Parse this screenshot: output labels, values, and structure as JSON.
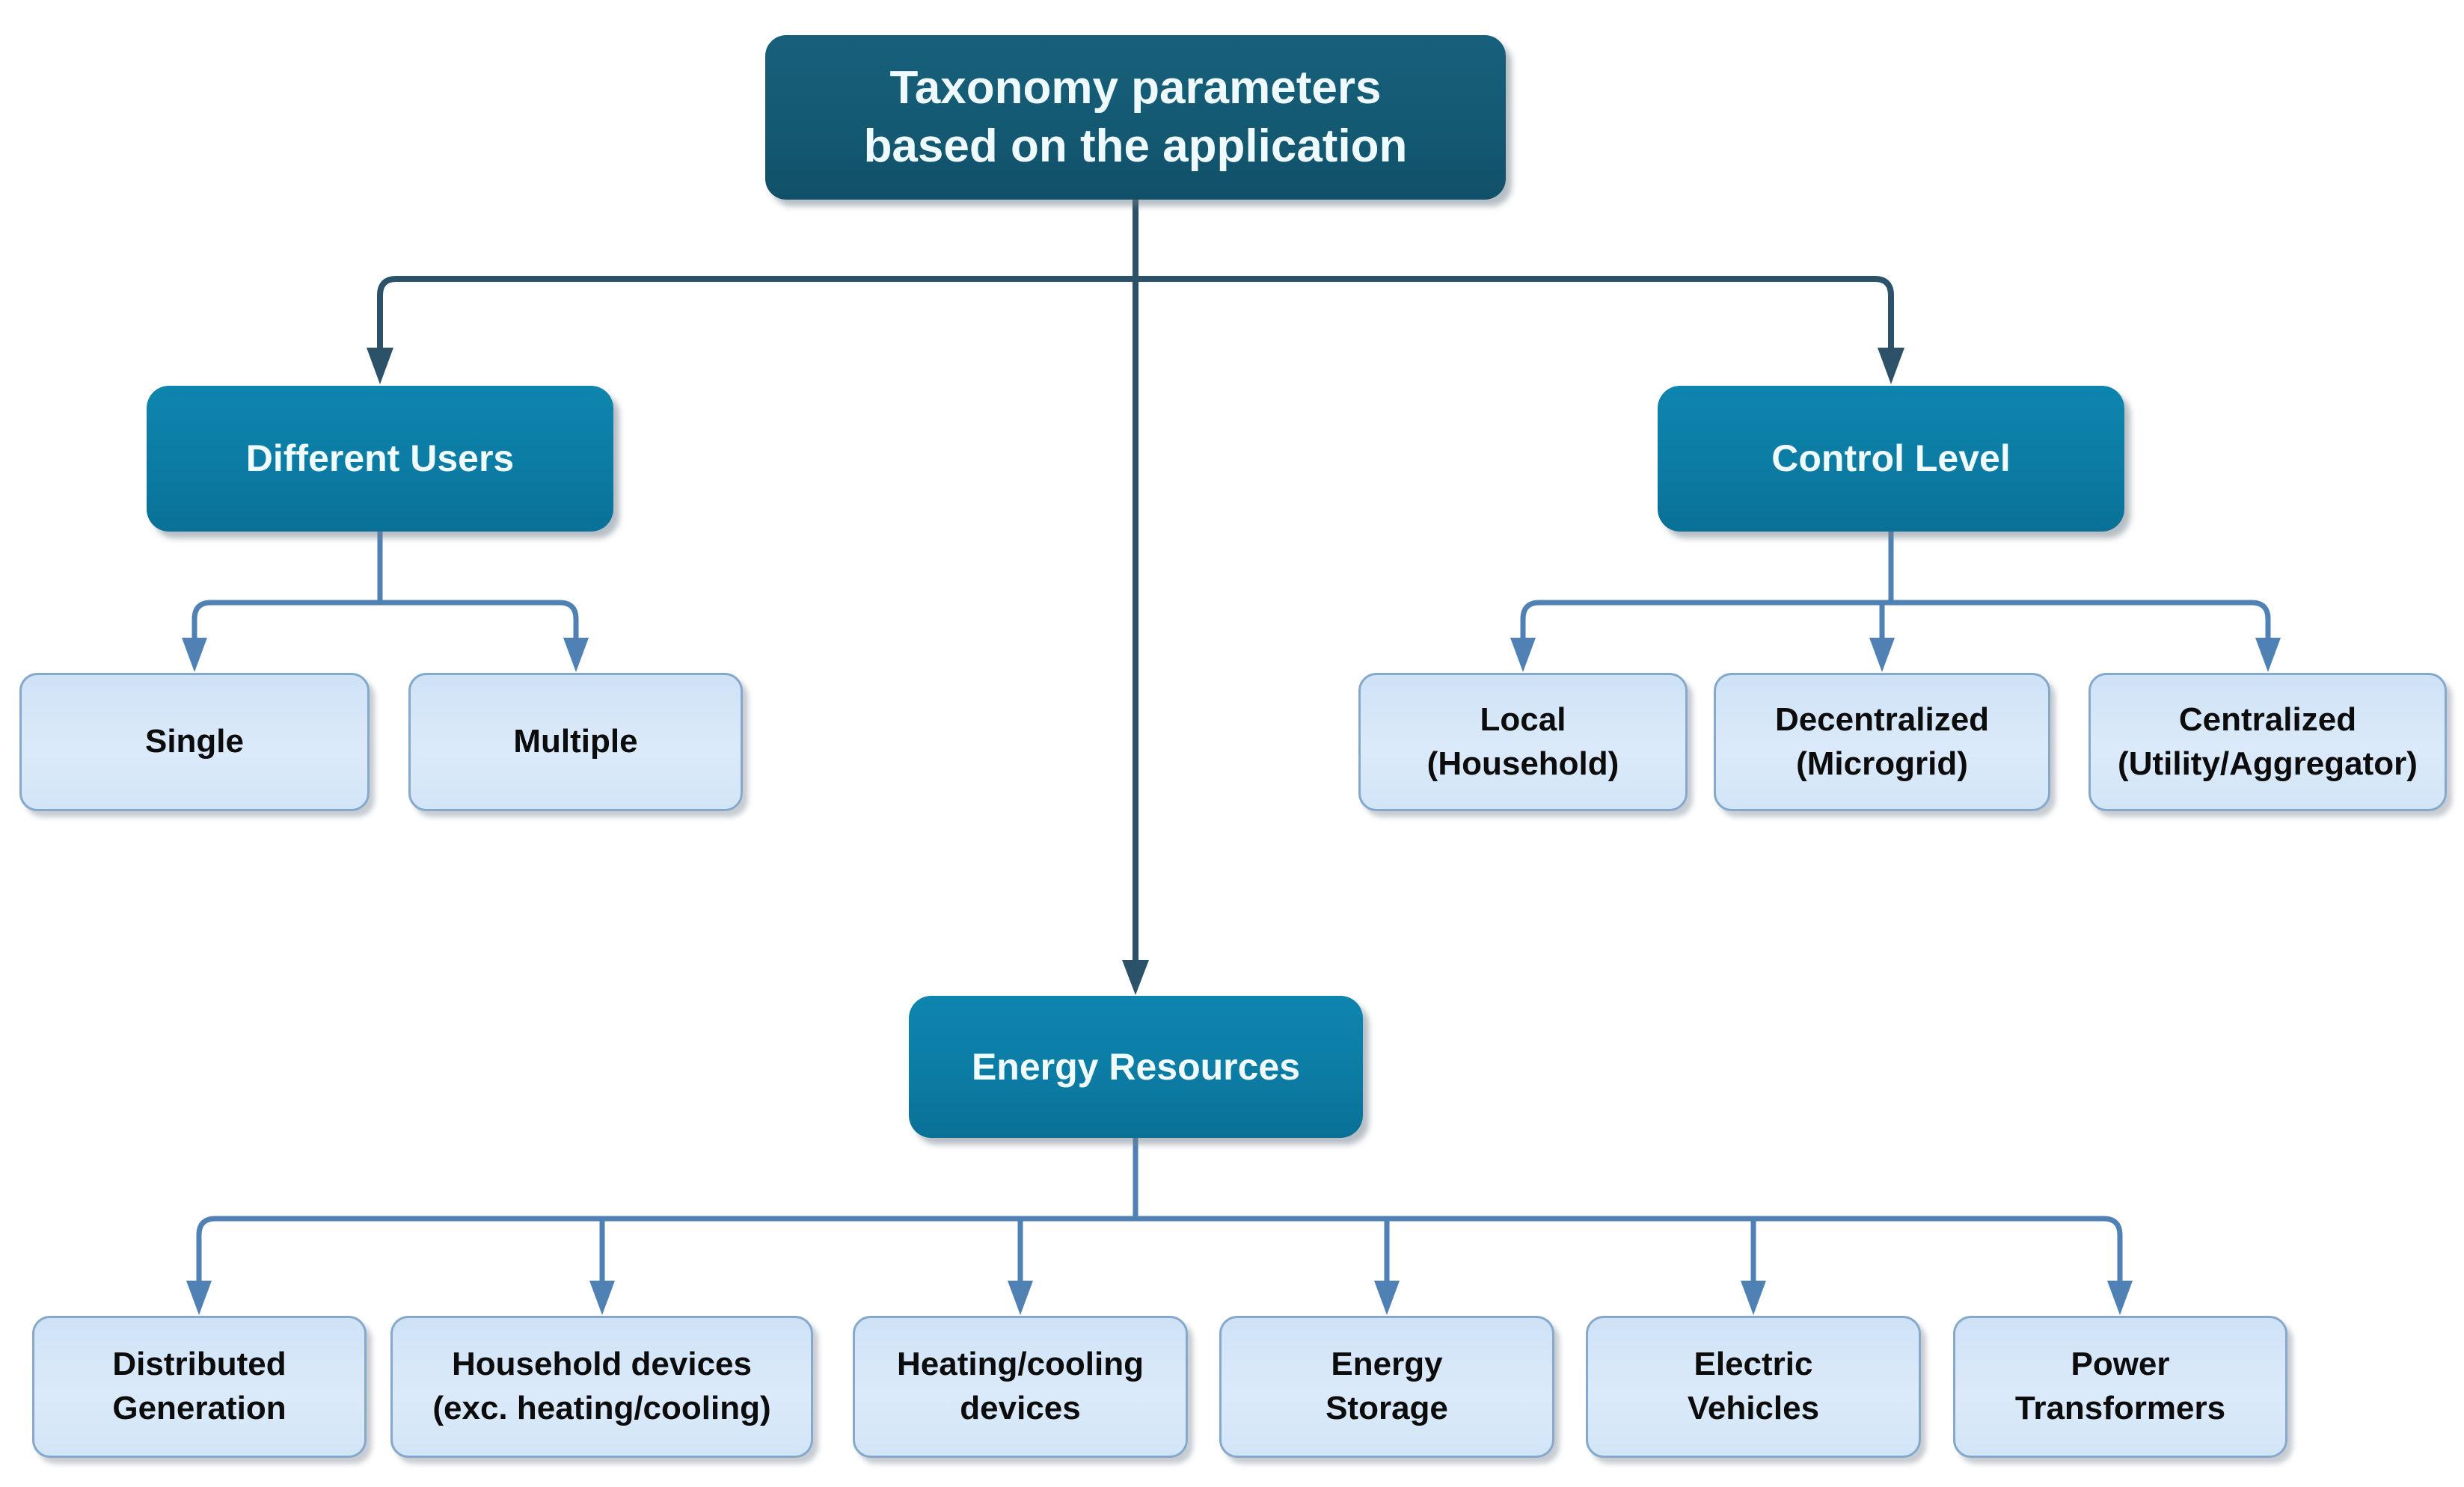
{
  "diagram": {
    "title": "Taxonomy parameters based on the application",
    "colors": {
      "root_fill": "#145972",
      "branch_fill": "#0c7ca4",
      "leaf_fill": "#d5e7f8",
      "leaf_border": "#86a9cb",
      "connector_dark": "#2b5268",
      "connector_light": "#4f81b5",
      "text_on_dark": "#f0fbfd",
      "text_on_light": "#0c0c0c"
    },
    "nodes": {
      "root": {
        "label": "Taxonomy parameters\nbased on the application"
      },
      "users": {
        "label": "Different Users"
      },
      "control": {
        "label": "Control Level"
      },
      "energy": {
        "label": "Energy Resources"
      },
      "single": {
        "label": "Single"
      },
      "multiple": {
        "label": "Multiple"
      },
      "local": {
        "label": "Local\n(Household)"
      },
      "decentralized": {
        "label": "Decentralized\n(Microgrid)"
      },
      "centralized": {
        "label": "Centralized\n(Utility/Aggregator)"
      },
      "distributed": {
        "label": "Distributed\nGeneration"
      },
      "household": {
        "label": "Household devices\n(exc. heating/cooling)"
      },
      "heating": {
        "label": "Heating/cooling\ndevices"
      },
      "storage": {
        "label": "Energy\nStorage"
      },
      "electric": {
        "label": "Electric\nVehicles"
      },
      "transformers": {
        "label": "Power\nTransformers"
      }
    },
    "edges": [
      {
        "from": "root",
        "to": "users"
      },
      {
        "from": "root",
        "to": "control"
      },
      {
        "from": "root",
        "to": "energy"
      },
      {
        "from": "users",
        "to": "single"
      },
      {
        "from": "users",
        "to": "multiple"
      },
      {
        "from": "control",
        "to": "local"
      },
      {
        "from": "control",
        "to": "decentralized"
      },
      {
        "from": "control",
        "to": "centralized"
      },
      {
        "from": "energy",
        "to": "distributed"
      },
      {
        "from": "energy",
        "to": "household"
      },
      {
        "from": "energy",
        "to": "heating"
      },
      {
        "from": "energy",
        "to": "storage"
      },
      {
        "from": "energy",
        "to": "electric"
      },
      {
        "from": "energy",
        "to": "transformers"
      }
    ]
  }
}
